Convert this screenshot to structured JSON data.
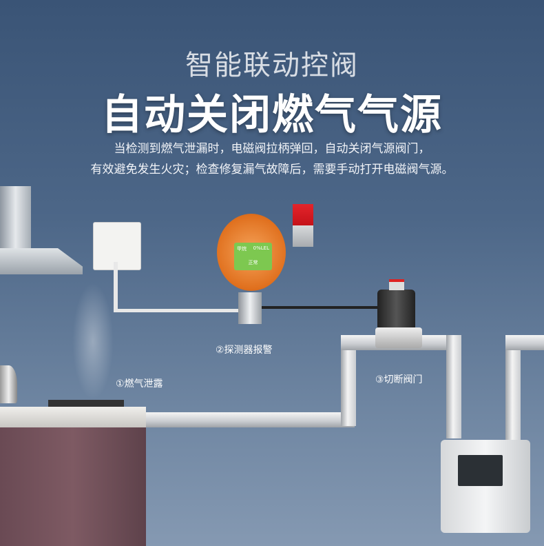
{
  "heading": {
    "subtitle": "智能联动控阀",
    "title": "自动关闭燃气气源"
  },
  "description": [
    "当检测到燃气泄漏时，电磁阀拉柄弹回，自动关闭气源阀门，",
    "有效避免发生火灾；检查修复漏气故障后，需要手动打开电磁阀气源。"
  ],
  "steps": {
    "leak": "①燃气泄露",
    "alarm": "②探测器报警",
    "cut": "③切断阀门"
  },
  "detector_screen": {
    "gas": "甲烷",
    "reading": "0%LEL",
    "status": "正常"
  }
}
